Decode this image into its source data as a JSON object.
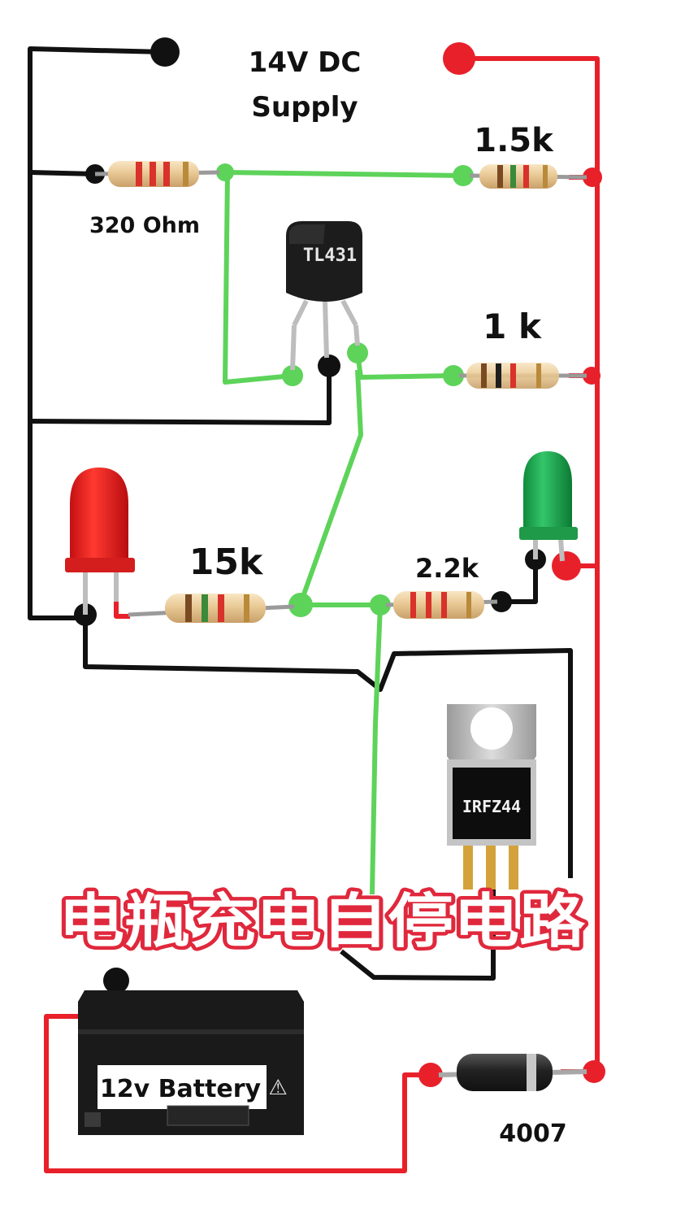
{
  "title": "电瓶充电自停电路",
  "supply": {
    "label_line1": "14V DC",
    "label_line2": "Supply"
  },
  "resistors": {
    "r320": "320 Ohm",
    "r1500": "1.5k",
    "r1000": "1 k",
    "r15k": "15k",
    "r2200": "2.2k"
  },
  "ic": {
    "tl431": "TL431",
    "mosfet": "IRFZ44"
  },
  "battery": {
    "label": "12v Battery",
    "warning_symbol": "⚠"
  },
  "diode": {
    "label": "4007"
  },
  "leds": {
    "red": "red LED",
    "green": "green LED"
  },
  "colors": {
    "positive_wire": "#e8202a",
    "negative_wire": "#111111",
    "signal_wire": "#5dd35a",
    "title_outline": "#e0283c"
  }
}
